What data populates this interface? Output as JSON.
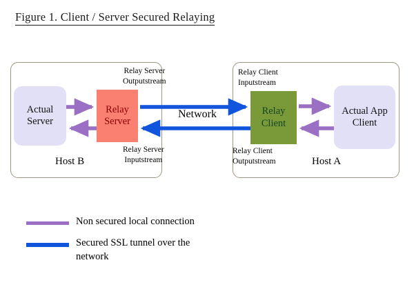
{
  "figure": {
    "title": "Figure 1. Client / Server Secured Relaying"
  },
  "hosts": [
    {
      "id": "host-b",
      "label": "Host B"
    },
    {
      "id": "host-a",
      "label": "Host A"
    }
  ],
  "nodes": [
    {
      "id": "actual-server",
      "lines": [
        "Actual",
        "Server"
      ],
      "fill": "#e2e0f7",
      "text_color": "#111111"
    },
    {
      "id": "relay-server",
      "lines": [
        "Relay",
        "Server"
      ],
      "fill": "#fa8072",
      "text_color": "#8b0000"
    },
    {
      "id": "relay-client",
      "lines": [
        "Relay",
        "Client"
      ],
      "fill": "#7a9a3a",
      "text_color": "#14451f"
    },
    {
      "id": "actual-app-client",
      "lines": [
        "Actual App",
        "Client"
      ],
      "fill": "#e2e0f7",
      "text_color": "#111111"
    }
  ],
  "stream_labels": {
    "relay_server_output": [
      "Relay Server",
      "Outputstream"
    ],
    "relay_server_input": [
      "Relay Server",
      "Inputstream"
    ],
    "relay_client_input": [
      "Relay Client",
      "Inputstream"
    ],
    "relay_client_output": [
      "Relay Client",
      "Outputstream"
    ]
  },
  "network": {
    "label": "Network"
  },
  "legend": {
    "items": [
      {
        "color": "#9a6fc4",
        "label": "Non secured local connection"
      },
      {
        "color": "#1155dd",
        "label": "Secured SSL tunnel over the network"
      }
    ]
  },
  "colors": {
    "purple_arrow": "#9a6fc4",
    "blue_arrow": "#1155dd",
    "host_border": "#9d9484",
    "lavender_box": "#e2e0f7",
    "salmon_box": "#fa8072",
    "green_box": "#7a9a3a",
    "background": "#ffffff"
  }
}
